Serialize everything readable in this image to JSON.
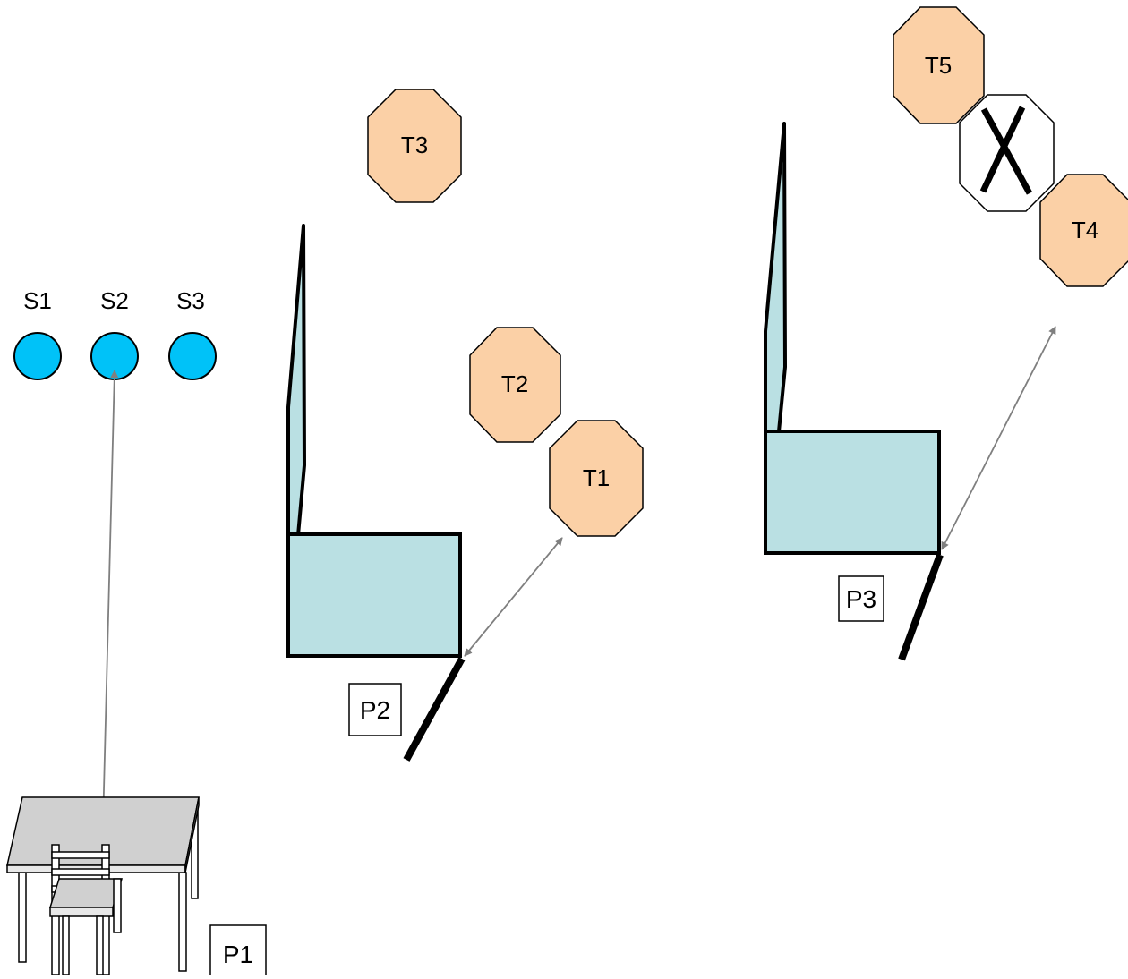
{
  "colors": {
    "target_fill": "#fbd0a6",
    "sensor_fill": "#00c2f8",
    "structure_fill": "#bae0e3",
    "table_fill": "#d0d0d0",
    "arrow": "#7f7f7f",
    "outline": "#000000"
  },
  "sensors": [
    {
      "label": "S1"
    },
    {
      "label": "S2"
    },
    {
      "label": "S3"
    }
  ],
  "targets": [
    {
      "label": "T1"
    },
    {
      "label": "T2"
    },
    {
      "label": "T3"
    },
    {
      "label": "T4"
    },
    {
      "label": "T5"
    }
  ],
  "blocked_marker": {
    "label": "X",
    "icon": "x-blocked-icon"
  },
  "positions": [
    {
      "label": "P1"
    },
    {
      "label": "P2"
    },
    {
      "label": "P3"
    }
  ]
}
